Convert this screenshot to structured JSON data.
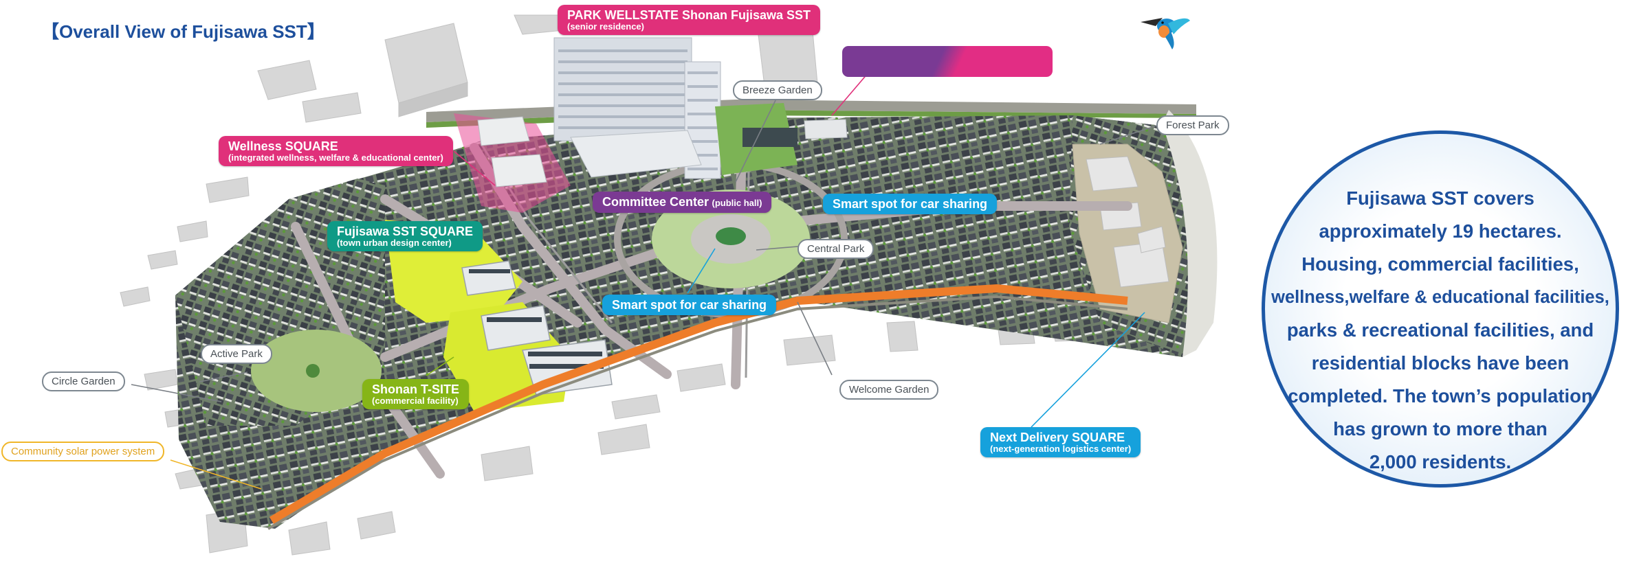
{
  "page_title": "【Overall View of Fujisawa SST】",
  "labels": {
    "park_wellstate": {
      "name": "PARK WELLSTATE Shonan Fujisawa SST",
      "sub": "(senior residence)"
    },
    "wellness_square": {
      "name": "Wellness SQUARE",
      "sub": "(integrated wellness, welfare & educational center)"
    },
    "committee_center": {
      "name": "Committee Center",
      "sub": "(public hall)"
    },
    "fujisawa_sst_square": {
      "name": "Fujisawa SST SQUARE",
      "sub": "(town urban design center)"
    },
    "shonan_tsite": {
      "name": "Shonan T-SITE",
      "sub": "(commercial facility)"
    },
    "smart_spot_1": {
      "name": "Smart spot for car sharing"
    },
    "smart_spot_2": {
      "name": "Smart spot for car sharing"
    },
    "next_delivery": {
      "name": "Next Delivery SQUARE",
      "sub": "(next-generation logistics center)"
    },
    "breeze_garden": "Breeze Garden",
    "forest_park": "Forest Park",
    "central_park": "Central Park",
    "active_park": "Active Park",
    "circle_garden": "Circle Garden",
    "welcome_garden": "Welcome Garden",
    "community_solar": "Community solar power system"
  },
  "info_circle": {
    "lines": [
      "Fujisawa SST covers",
      "approximately 19 hectares.",
      "Housing, commercial facilities,",
      "wellness,welfare & educational facilities,",
      "parks & recreational facilities, and",
      "residential blocks have been",
      "completed. The town’s population",
      "has grown to more than",
      "2,000 residents."
    ]
  },
  "colors": {
    "title_blue": "#1d4f9c",
    "pink": "#e0307a",
    "purple": "#7b3a93",
    "teal": "#0f9a86",
    "lime": "#86b517",
    "blue": "#16a1dc",
    "solar_orange": "#f0b629",
    "grey_label": "#7d8790"
  },
  "icons": {
    "bird": "kingfisher-icon"
  }
}
